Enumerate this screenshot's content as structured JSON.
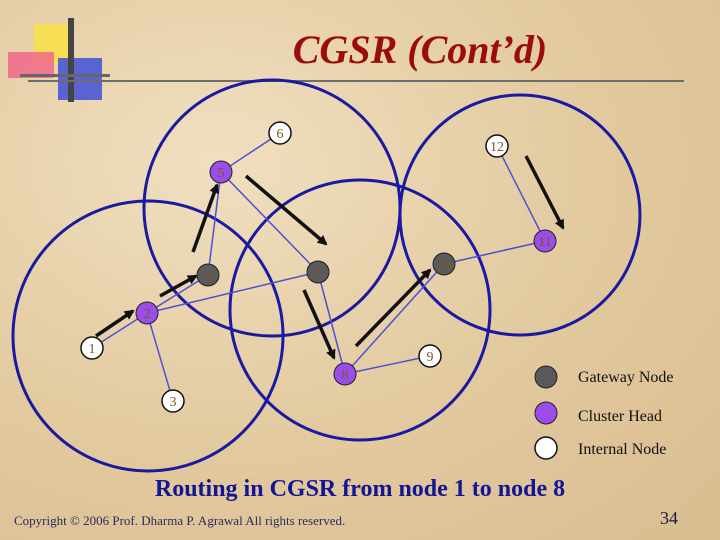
{
  "slide": {
    "title": "CGSR (Cont’d)",
    "caption": "Routing in CGSR from node 1 to node 8",
    "copyright": "Copyright © 2006 Prof. Dharma P. Agrawal All rights reserved.",
    "page_number": "34"
  },
  "nodes": [
    {
      "id": "1",
      "label": "1",
      "role": "internal"
    },
    {
      "id": "2",
      "label": "2",
      "role": "cluster-head"
    },
    {
      "id": "3",
      "label": "3",
      "role": "internal"
    },
    {
      "id": "4",
      "label": "4",
      "role": "gateway"
    },
    {
      "id": "5",
      "label": "5",
      "role": "cluster-head"
    },
    {
      "id": "6",
      "label": "6",
      "role": "internal"
    },
    {
      "id": "7",
      "label": "7",
      "role": "gateway"
    },
    {
      "id": "8",
      "label": "8",
      "role": "cluster-head"
    },
    {
      "id": "9",
      "label": "9",
      "role": "internal"
    },
    {
      "id": "10",
      "label": "10",
      "role": "gateway"
    },
    {
      "id": "11",
      "label": "11",
      "role": "cluster-head"
    },
    {
      "id": "12",
      "label": "12",
      "role": "internal"
    }
  ],
  "legend": [
    {
      "label": "Gateway Node",
      "color": "#5a5a5a"
    },
    {
      "label": "Cluster Head",
      "color": "#9a4de8"
    },
    {
      "label": "Internal Node",
      "color": "#ffffff"
    }
  ],
  "colors": {
    "title": "#9b0c0c",
    "caption": "#141496",
    "cluster_ring": "#1a1aa0",
    "link": "#5050d0",
    "route_arrow": "#111111"
  }
}
